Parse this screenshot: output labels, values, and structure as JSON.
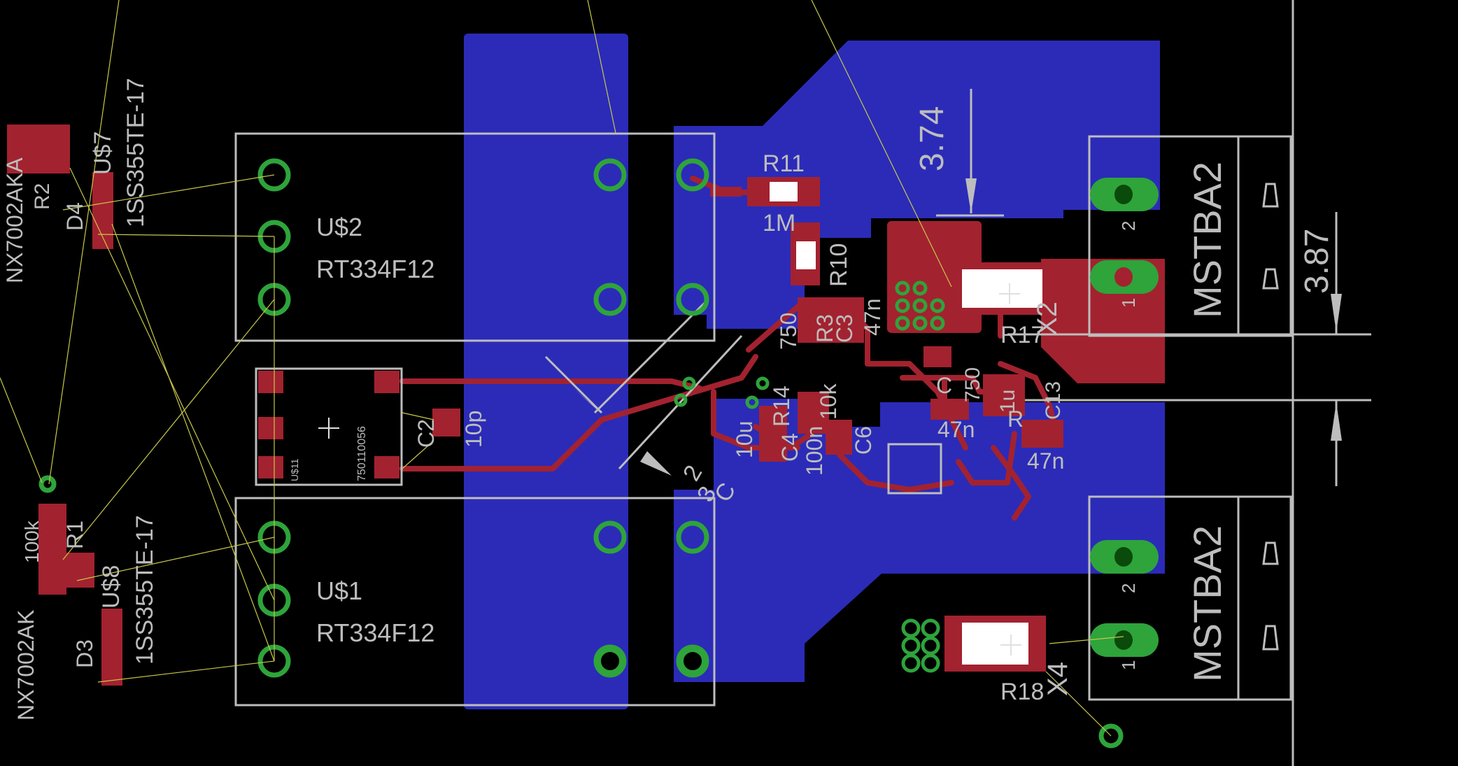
{
  "colors": {
    "background": "#000000",
    "copper_bottom": "#2b2bb8",
    "copper_top": "#a3222f",
    "pad_via": "#2ea43b",
    "airwire": "#c8c84a",
    "silkscreen": "#bdbdbd",
    "outline": "#d03040"
  },
  "parts": {
    "u2_name": "U$2",
    "u2_value": "RT334F12",
    "u1_name": "U$1",
    "u1_value": "RT334F12",
    "u11_name": "U$11",
    "u11_value": "750110056",
    "c2_name": "C2",
    "c2_value": "10p",
    "r11_name": "R11",
    "r11_value": "1M",
    "r10_name": "R10",
    "v750": "750",
    "r3": "R3",
    "c3": "C3",
    "v47n_a": "47n",
    "r17": "R17",
    "x2": "X2",
    "c_mid": "C",
    "v750_b": "750",
    "v47n_b": "47n",
    "v1u": "1u",
    "r_mid": "R",
    "v47n_c": "47n",
    "c13": "C13",
    "r14": "R14",
    "v10k": "10k",
    "v10u": "10u",
    "c4": "C4",
    "v100n": "100n",
    "c6": "C6",
    "c_rot": "C",
    "v2": "2",
    "v3": "3",
    "x1_name": "MSTBA2",
    "x1_pin2": "2",
    "x1_pin1": "1",
    "x4_name": "MSTBA2",
    "x4_pin2": "2",
    "x4_pin1": "1",
    "x4": "X4",
    "r18": "R18",
    "u7": "U$7",
    "d4": "D4",
    "d4_value": "1SS355TE-17",
    "nx_top": "NX7002AKA",
    "r_top": "R2",
    "u8": "U$8",
    "d3": "D3",
    "d3_value": "1SS355TE-17",
    "nx_bottom": "NX7002AK",
    "r1": "R1",
    "v100k": "100k"
  },
  "dimensions": {
    "dim1": "3.74",
    "dim2": "3.87"
  }
}
